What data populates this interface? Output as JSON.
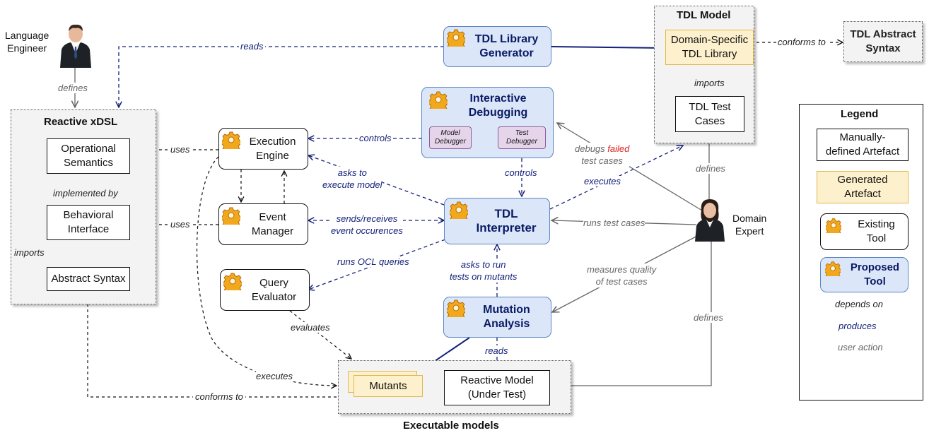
{
  "actors": {
    "language_engineer": "Language\nEngineer",
    "domain_expert": "Domain\nExpert"
  },
  "containers": {
    "reactive_xdsl": "Reactive xDSL",
    "tdl_model": "TDL Model",
    "executable_models": "Executable models"
  },
  "boxes": {
    "operational_semantics": "Operational\nSemantics",
    "behavioral_interface": "Behavioral\nInterface",
    "abstract_syntax": "Abstract Syntax",
    "execution_engine": "Execution\nEngine",
    "event_manager": "Event\nManager",
    "query_evaluator": "Query\nEvaluator",
    "tdl_library_generator": "TDL Library\nGenerator",
    "interactive_debugging": "Interactive\nDebugging",
    "model_debugger": "Model\nDebugger",
    "test_debugger": "Test\nDebugger",
    "tdl_interpreter": "TDL\nInterpreter",
    "mutation_analysis": "Mutation\nAnalysis",
    "domain_specific_tdl_library": "Domain-Specific\nTDL Library",
    "tdl_test_cases": "TDL Test\nCases",
    "tdl_abstract_syntax": "TDL Abstract\nSyntax",
    "mutants": "Mutants",
    "reactive_model": "Reactive Model\n(Under Test)"
  },
  "edge_labels": {
    "reads_top": "reads",
    "defines_le": "defines",
    "conforms_to_tdl": "conforms to",
    "imports_tdl": "imports",
    "uses_1": "uses",
    "uses_2": "uses",
    "implemented_by": "implemented by",
    "imports_xdsl": "imports",
    "controls_1": "controls",
    "controls_2": "controls",
    "asks_to_execute": "asks to\nexecute model",
    "sends_receives": "sends/receives\nevent occurences",
    "executes_tdl": "executes",
    "debugs_prefix": "debugs ",
    "debugs_failed": "failed",
    "debugs_suffix": "test cases",
    "defines_de": "defines",
    "runs_test_cases": "runs test cases",
    "runs_ocl": "runs OCL queries",
    "asks_to_run": "asks to run\ntests on mutants",
    "measures_quality": "measures quality\nof test cases",
    "evaluates": "evaluates",
    "reads_mut": "reads",
    "executes_models": "executes",
    "conforms_to_models": "conforms to",
    "defines_model": "defines"
  },
  "legend": {
    "title": "Legend",
    "manual": "Manually-\ndefined Artefact",
    "generated": "Generated\nArtefact",
    "existing": "Existing\nTool",
    "proposed": "Proposed\nTool",
    "depends_on": "depends on",
    "produces": "produces",
    "user_action": "user action"
  },
  "colors": {
    "proposed_fill": "#dbe7f8",
    "proposed_border": "#5a84c4",
    "generated_fill": "#fdf0cc",
    "produces_arrow": "#14207a",
    "failed_text": "#e02020"
  }
}
